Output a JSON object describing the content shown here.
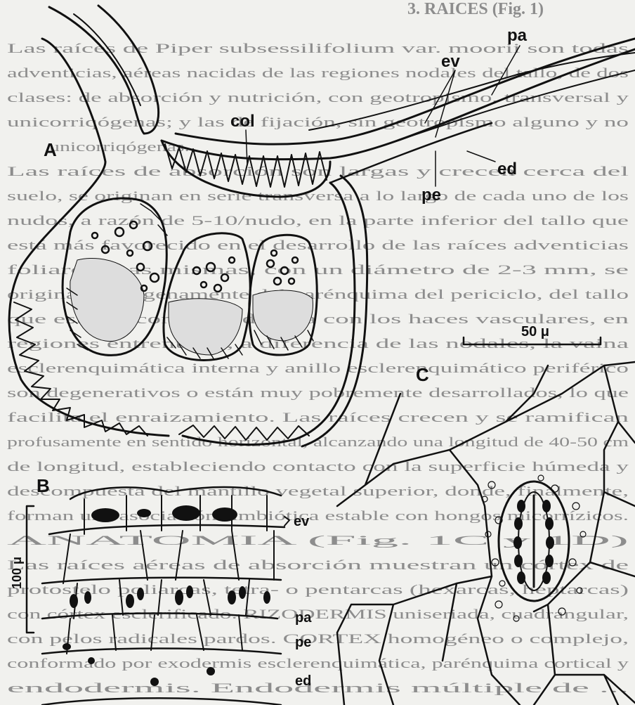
{
  "background_text": {
    "heading": "3. RAICES (Fig. 1)",
    "lines": [
      "Las raíces de Piper subsessilifolium var. moorii son todas",
      "adventicias, aéreas nacidas de las regiones nodales del tallo, de dos",
      "clases: de absorción y nutrición, con geotropismo, transversal y",
      "unicorriqógenas; y las de fijación, sin geotropismo alguno y no",
      "unicorriqógenas.",
      "Las raíces de absorción son largas y crecen cerca del",
      "suelo, se originan en serie transversa a lo largo de cada uno de los",
      "nudos, a razón de 5-10/nudo, en la parte inferior del tallo que",
      "está más favorecido en el desarrollo de las raíces adventicias",
      "foliares. Las mismas, con un diámetro de 2-3 mm, se",
      "originan endógenamente del parénquima del periciclo, del tallo",
      "que está en conexión directa con los haces vasculares, en",
      "regiones entrenudos, a diferencia de las nodales, la vaina",
      "esclerenquimática interna y anillo esclerenquimático periférico",
      "son degenerativos o están muy pobremente desarrollados, lo que",
      "facilita el enraizamiento. Las raíces crecen y se ramifican",
      "profusamente en sentido horizontal, alcanzando una longitud de 40-50 cm",
      "de longitud, estableciendo contacto con la superficie húmeda y",
      "descompuesta del mantillo vegetal superior, donde, finalmente,",
      "forman una asociación simbiótica estable con hongos micorrízicos.",
      "ANATOMIA (Fig. 1C y 1D)",
      "Las raíces aéreas de absorción muestran un córtex de",
      "protostelo poliarcas, tetra- o pentarcas (hexarcas, heptarcas)",
      "con córtex esclerificado. RIZODERMIS uniseriada, cuadrangular,",
      "con pelos radicales pardos. CORTEX homogéneo o complejo,",
      "conformado por exodermis esclerenquimática, parénquima cortical y",
      "endodermis. Endodermis múltiple de ..."
    ]
  },
  "labels": {
    "panel_a": "A",
    "panel_b": "B",
    "panel_c": "C",
    "col": "col",
    "ev": "ev",
    "pa": "pa",
    "ed": "ed",
    "pe": "pe",
    "scale_c": "50 μ",
    "scale_b": "100 μ",
    "b_ev": "ev",
    "b_pa": "pa",
    "b_pe": "pe",
    "b_ed": "ed"
  }
}
